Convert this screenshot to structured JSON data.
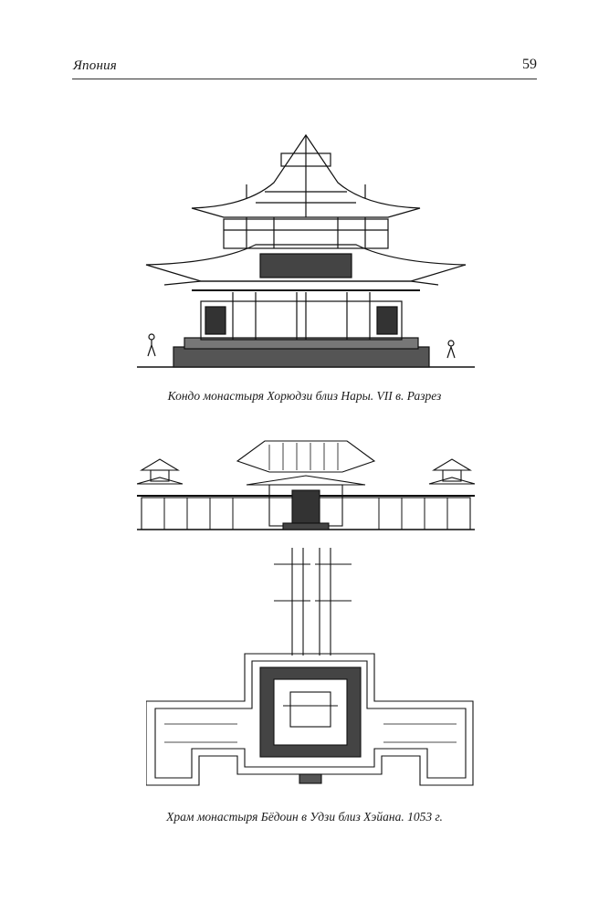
{
  "header": {
    "running_title": "Япония",
    "page_number": "59"
  },
  "figures": [
    {
      "caption": "Кондо монастыря Хорюдзи близ Нары. VII в. Разрез"
    },
    {
      "caption": "Храм монастыря Бёдоин в Удзи близ Хэйана. 1053 г."
    }
  ]
}
